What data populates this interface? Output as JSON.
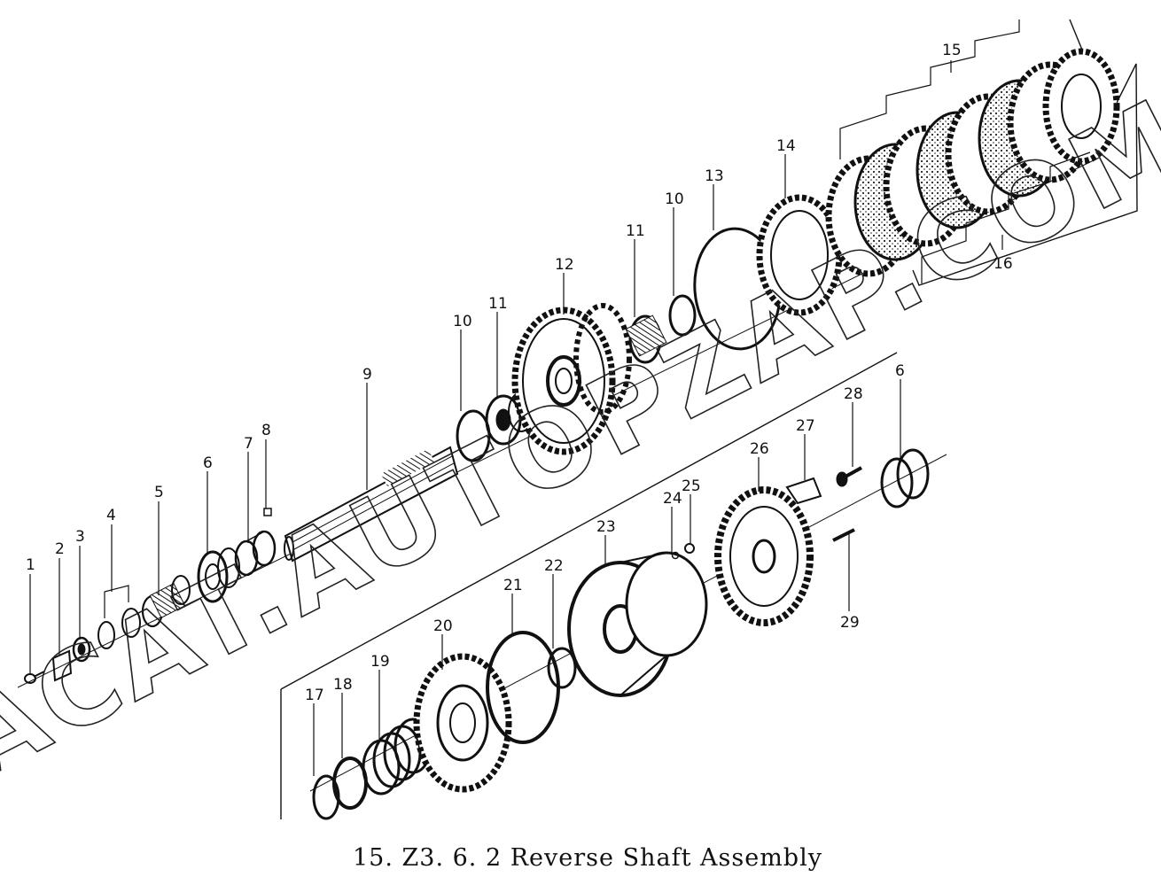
{
  "caption": "15. Z3. 6. 2  Reverse Shaft Assembly",
  "watermark": "ACAT.AUTOPZAP.COM",
  "callouts": [
    "1",
    "2",
    "3",
    "4",
    "5",
    "6",
    "7",
    "8",
    "9",
    "10",
    "11",
    "12",
    "10",
    "11",
    "13",
    "14",
    "15",
    "16",
    "17",
    "18",
    "19",
    "20",
    "21",
    "22",
    "23",
    "24",
    "25",
    "26",
    "27",
    "28",
    "6",
    "29"
  ]
}
